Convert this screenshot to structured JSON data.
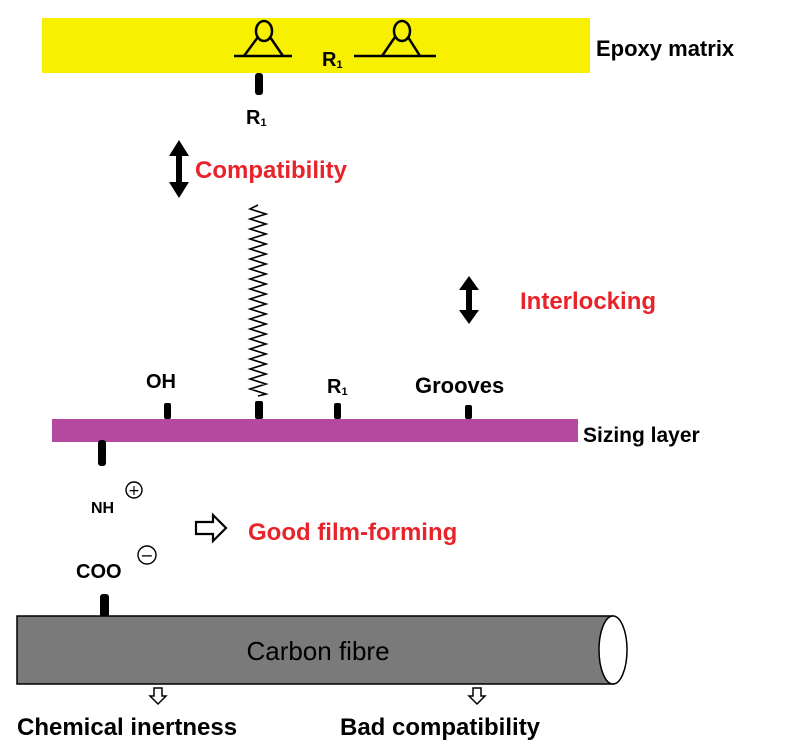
{
  "labels": {
    "epoxy_matrix": "Epoxy matrix",
    "r1_top": "R",
    "r1_top_sub": "1",
    "r1_pendant": "R",
    "r1_pendant_sub": "1",
    "compatibility": "Compatibility",
    "interlocking": "Interlocking",
    "oh": "OH",
    "r1_surface": "R",
    "r1_surface_sub": "1",
    "grooves": "Grooves",
    "sizing_layer": "Sizing layer",
    "nh": "NH",
    "plus_sign": "+",
    "good_film_forming": "Good film-forming",
    "coo": "COO",
    "minus_sign": "−",
    "carbon_fibre": "Carbon fibre",
    "chemical_inertness": "Chemical inertness",
    "bad_compatibility": "Bad compatibility"
  },
  "colors": {
    "epoxy_band": "#f7f000",
    "sizing_band": "#b5489f",
    "fibre": "#7a7a7a",
    "accent_text": "#e8232a"
  }
}
